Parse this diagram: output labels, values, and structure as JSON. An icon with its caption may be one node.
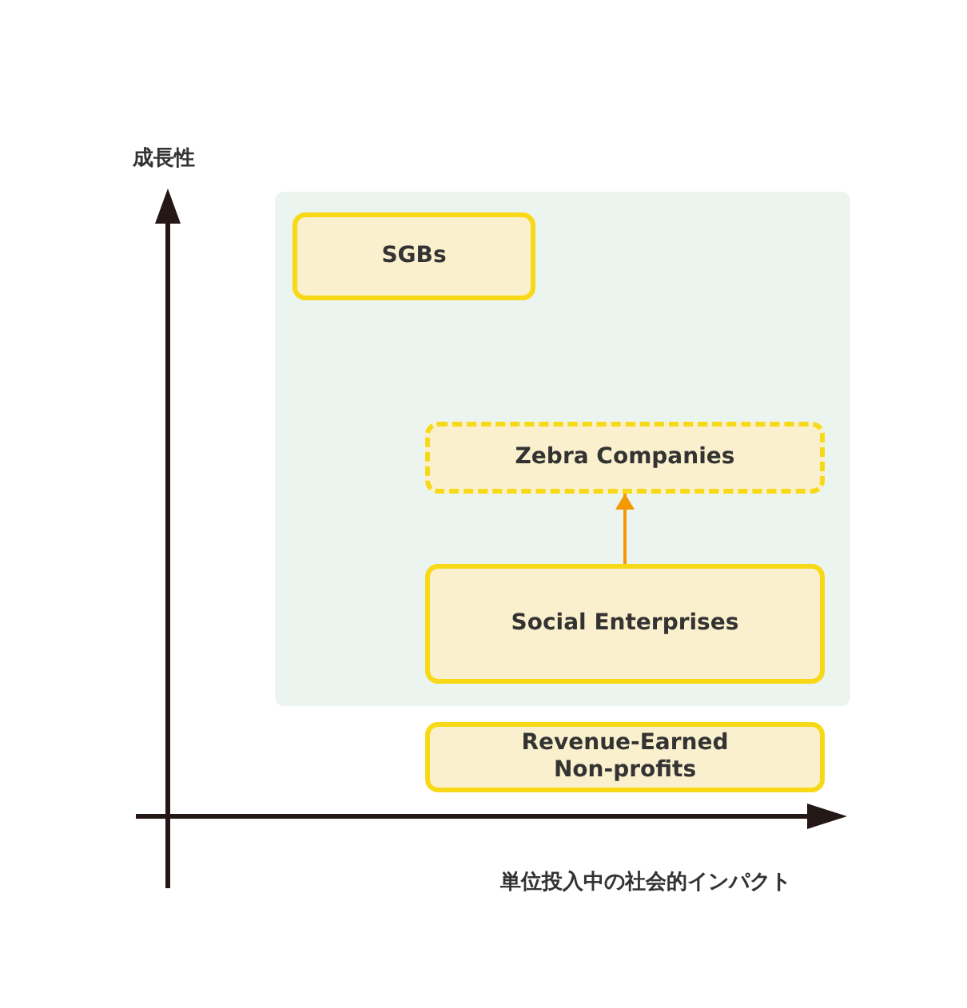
{
  "diagram": {
    "nodes": [
      {
        "text": [],
        "shape": "box"
      },
      {
        "text": [
          "SGBs"
        ],
        "in": 0
      },
      {
        "text": [
          "Zebra Companies"
        ],
        "in": 0
      },
      {
        "text": [
          "Social Enterprises"
        ],
        "in": 0
      },
      {
        "text": [
          "Revenue-Earned Non-profits"
        ]
      }
    ],
    "edges": [
      {
        "from": 3,
        "to": 2,
        "arrow": "to",
        "color": "#f39800"
      }
    ],
    "labels": [
      "成長性",
      "単位投入中の社会的インパクト"
    ]
  }
}
